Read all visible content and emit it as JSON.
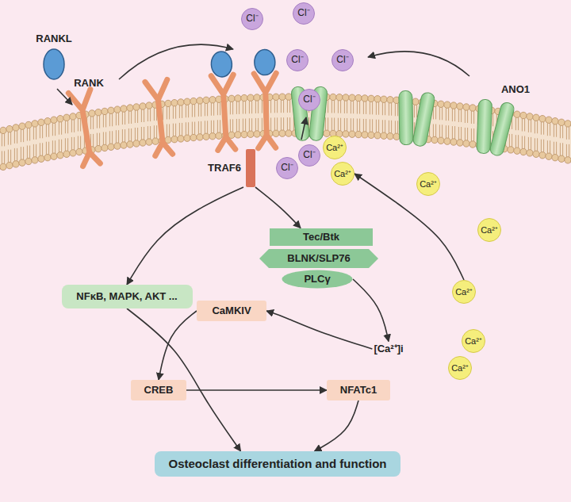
{
  "diagram": {
    "nodes": [
      {
        "text": [
          "RANKL"
        ]
      },
      {
        "text": [
          "TRAF6"
        ]
      },
      {
        "text": [
          "Cl⁻"
        ]
      },
      {
        "text": [
          "Cl⁻"
        ]
      },
      {
        "text": [
          "Cl⁻"
        ]
      },
      {
        "text": [
          "Cl⁻"
        ]
      },
      {
        "text": [
          "Cl⁻"
        ]
      },
      {
        "text": [
          "Cl⁻"
        ]
      },
      {
        "text": [
          "Cl⁻"
        ]
      },
      {
        "text": [
          "Ca²⁺"
        ]
      },
      {
        "text": [
          "Ca²⁺"
        ]
      },
      {
        "text": [
          "Ca²⁺"
        ]
      },
      {
        "text": [
          "Ca²⁺"
        ]
      },
      {
        "text": [
          "Ca²⁺"
        ]
      },
      {
        "text": [
          "Ca²⁺"
        ]
      },
      {
        "text": [
          "Ca²⁺"
        ]
      },
      {
        "text": [
          "NFκB, MAPK, AKT ..."
        ]
      },
      {
        "text": [
          "Tec/Btk"
        ]
      },
      {
        "text": [
          "BLNK/SLP76"
        ]
      },
      {
        "text": [
          "PLCγ"
        ]
      },
      {
        "text": [
          "CaMKIV"
        ]
      },
      {
        "text": [
          "[Ca²⁺]i"
        ]
      },
      {
        "text": [
          "CREB"
        ]
      },
      {
        "text": [
          "NFATc1"
        ]
      },
      {
        "text": [
          "Osteoclast differentiation and function"
        ]
      }
    ],
    "edges": [
      {
        "from": 1,
        "to": 16,
        "arrow": "to"
      },
      {
        "from": 1,
        "to": 17,
        "arrow": "to"
      },
      {
        "from": 19,
        "to": 21,
        "arrow": "to"
      },
      {
        "from": 21,
        "to": 20,
        "arrow": "to"
      },
      {
        "from": 20,
        "to": 22,
        "arrow": "to"
      },
      {
        "from": 22,
        "to": 23,
        "arrow": "to"
      },
      {
        "from": 16,
        "to": 24,
        "arrow": "to"
      },
      {
        "from": 23,
        "to": 24,
        "arrow": "to"
      },
      {
        "from": 13,
        "to": 10,
        "arrow": "to"
      }
    ],
    "labels": [
      "RANK",
      "ANO1"
    ]
  }
}
